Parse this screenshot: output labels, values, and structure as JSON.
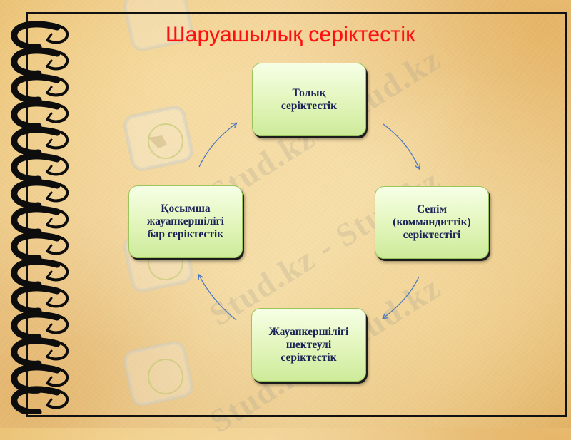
{
  "slide": {
    "title": "Шаруашылық серіктестік",
    "title_color": "#ff1010"
  },
  "diagram": {
    "type": "cycle",
    "nodes": [
      {
        "id": "top",
        "label": "Толық\nсеріктестік"
      },
      {
        "id": "right",
        "label": "Сенім\n(коммандиттік)\nсеріктестігі"
      },
      {
        "id": "bottom",
        "label": "Жауапкершілігі\nшектеулі\nсеріктестік"
      },
      {
        "id": "left",
        "label": "Қосымша\nжауапкершілігі\nбар серіктестік"
      }
    ],
    "edges": [
      {
        "from": "top",
        "to": "right"
      },
      {
        "from": "right",
        "to": "bottom"
      },
      {
        "from": "bottom",
        "to": "left"
      },
      {
        "from": "left",
        "to": "top"
      }
    ],
    "node_fill": "#e6f7c2",
    "node_text_color": "#1a2456",
    "arrow_color": "#4a78c0"
  },
  "watermark": {
    "text": "Stud.kz - Stud.kz"
  }
}
